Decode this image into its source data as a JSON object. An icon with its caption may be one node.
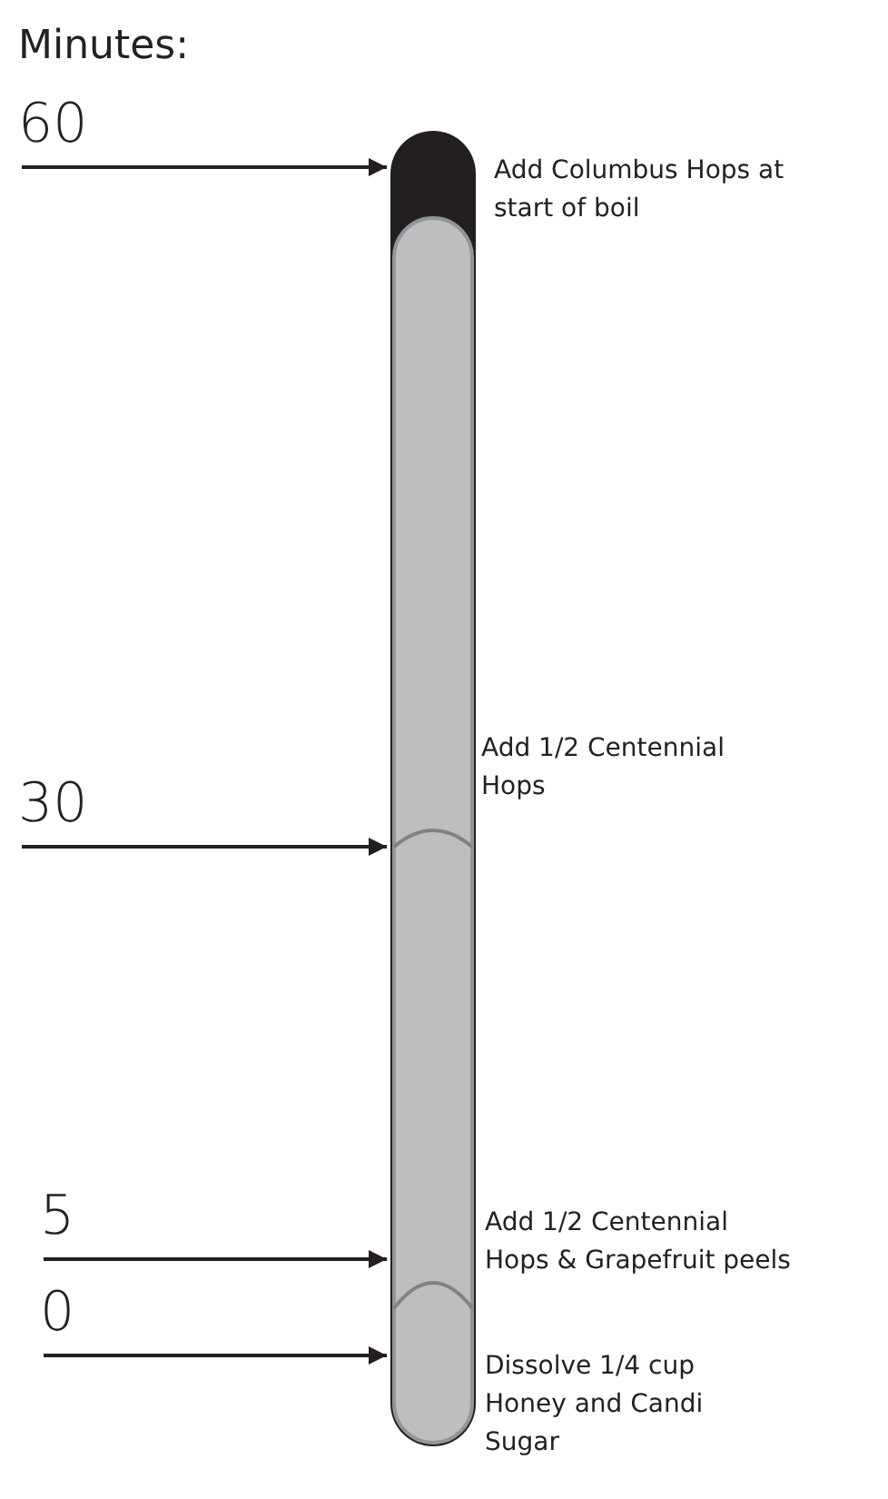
{
  "diagram": {
    "nodes": [
      {
        "text": [
          "60"
        ]
      },
      {
        "text": [
          "30"
        ]
      },
      {
        "text": [
          "5"
        ]
      },
      {
        "text": [
          "0"
        ]
      },
      {
        "text": [],
        "shape": "bar"
      }
    ],
    "edges": [
      {
        "from": 0,
        "to": 4,
        "arrow": "to"
      },
      {
        "from": 1,
        "to": 4,
        "arrow": "to"
      },
      {
        "from": 2,
        "to": 4,
        "arrow": "to"
      },
      {
        "from": 3,
        "to": 4,
        "arrow": "to"
      }
    ],
    "labels": [
      "Minutes:",
      "Add Columbus Hops at start of boil",
      "Add 1/2 Centennial Hops",
      "Add 1/2 Centennial Hops & Grapefruit peels",
      "Dissolve 1/4 cup Honey and Candi Sugar"
    ]
  }
}
